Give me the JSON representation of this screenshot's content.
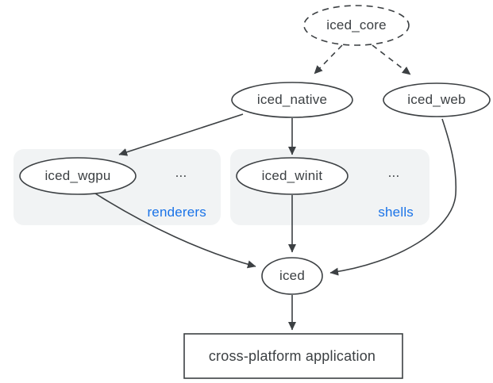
{
  "diagram": {
    "title_hint": "iced ecosystem dependency graph",
    "nodes": {
      "iced_core": {
        "label": "iced_core",
        "shape": "ellipse",
        "border": "dashed"
      },
      "iced_native": {
        "label": "iced_native",
        "shape": "ellipse",
        "border": "solid"
      },
      "iced_web": {
        "label": "iced_web",
        "shape": "ellipse",
        "border": "solid"
      },
      "iced_wgpu": {
        "label": "iced_wgpu",
        "shape": "ellipse",
        "border": "solid"
      },
      "iced_winit": {
        "label": "iced_winit",
        "shape": "ellipse",
        "border": "solid"
      },
      "iced": {
        "label": "iced",
        "shape": "ellipse",
        "border": "solid"
      },
      "app": {
        "label": "cross-platform application",
        "shape": "rectangle",
        "border": "solid"
      }
    },
    "groups": {
      "renderers": {
        "label": "renderers",
        "ellipsis": "...",
        "contains": [
          "iced_wgpu"
        ]
      },
      "shells": {
        "label": "shells",
        "ellipsis": "...",
        "contains": [
          "iced_winit"
        ]
      }
    },
    "edges": [
      {
        "from": "iced_core",
        "to": "iced_native",
        "style": "dashed"
      },
      {
        "from": "iced_core",
        "to": "iced_web",
        "style": "dashed"
      },
      {
        "from": "iced_native",
        "to": "iced_wgpu",
        "style": "solid"
      },
      {
        "from": "iced_native",
        "to": "iced_winit",
        "style": "solid"
      },
      {
        "from": "iced_wgpu",
        "to": "iced",
        "style": "solid"
      },
      {
        "from": "iced_winit",
        "to": "iced",
        "style": "solid"
      },
      {
        "from": "iced_web",
        "to": "iced",
        "style": "solid"
      },
      {
        "from": "iced",
        "to": "app",
        "style": "solid"
      }
    ]
  },
  "colors": {
    "stroke": "#3c4043",
    "text": "#3c4043",
    "group_fill": "#f1f3f4",
    "group_label": "#1a73e8",
    "background": "#ffffff"
  }
}
